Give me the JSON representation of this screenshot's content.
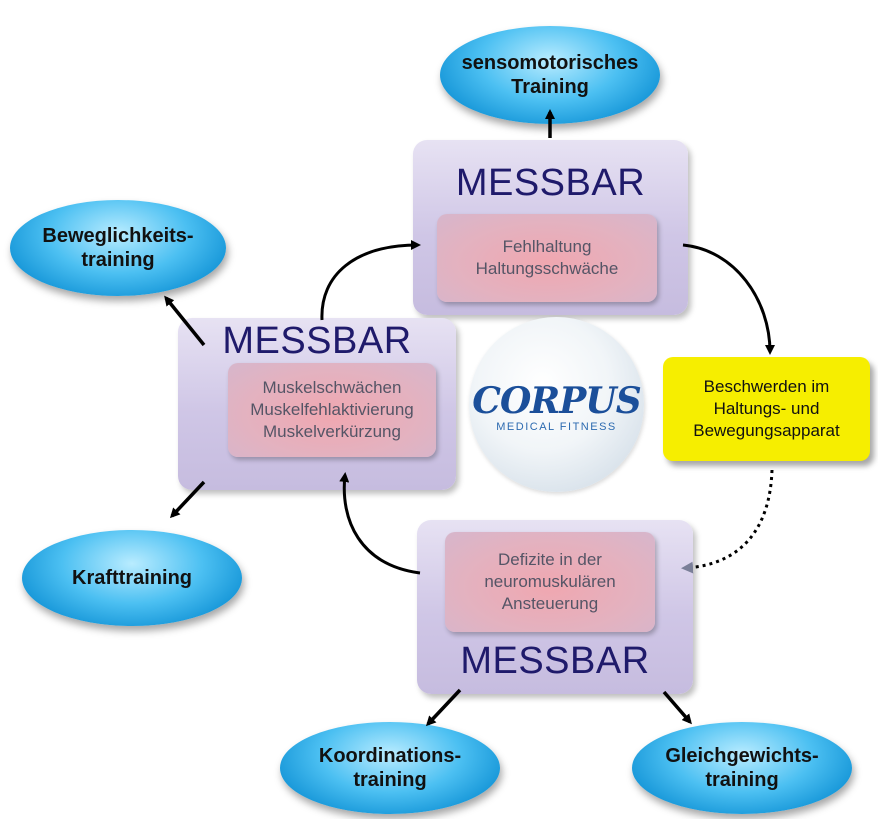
{
  "diagram": {
    "panels": [
      {
        "id": "top",
        "heading": "MESSBAR",
        "text": "Fehlhaltung\nHaltungsschwäche"
      },
      {
        "id": "left",
        "heading": "MESSBAR",
        "text": "Muskelschwächen\nMuskelfehlaktivierung\nMuskelverkürzung"
      },
      {
        "id": "bottom",
        "heading": "MESSBAR",
        "text": "Defizite in der\nneuromuskulären\nAnsteuerung"
      }
    ],
    "complaint_box": {
      "text": "Beschwerden im\nHaltungs- und\nBewegungsapparat"
    },
    "trainings": {
      "sensomotorisch": "sensomotorisches\nTraining",
      "beweglichkeit": "Beweglichkeits-\ntraining",
      "kraft": "Krafttraining",
      "koordination": "Koordinations-\ntraining",
      "gleichgewicht": "Gleichgewichts-\ntraining"
    },
    "logo": {
      "name": "CORPUS",
      "subtitle": "MEDICAL FITNESS"
    }
  }
}
